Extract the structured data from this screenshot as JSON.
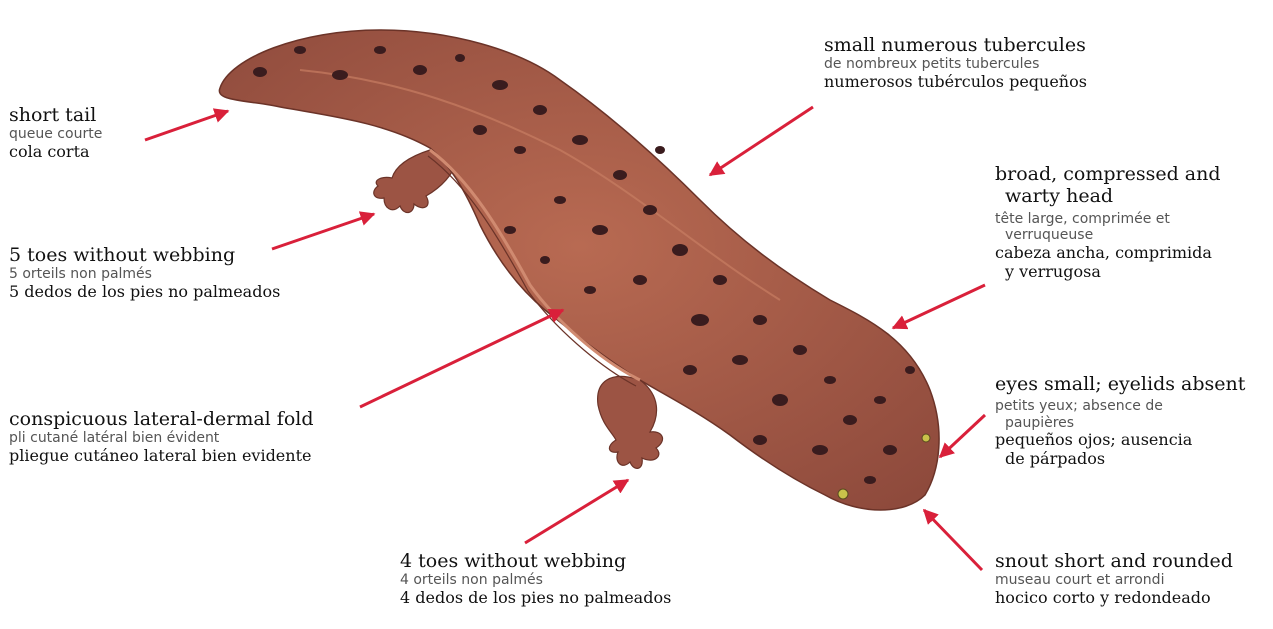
{
  "colors": {
    "arrow": "#d9203a",
    "skin": "#a55a46",
    "spots": "#3a1c1e"
  },
  "labels": {
    "short_tail": {
      "en": "short tail",
      "fr": "queue courte",
      "es": "cola corta"
    },
    "five_toes": {
      "en": "5 toes without webbing",
      "fr": "5 orteils non palmés",
      "es": "5 dedos de los pies no palmeados"
    },
    "lateral_fold": {
      "en": "conspicuous lateral-dermal fold",
      "fr": "pli cutané latéral bien évident",
      "es": "pliegue cutáneo lateral bien evidente"
    },
    "four_toes": {
      "en": "4 toes without webbing",
      "fr": "4 orteils non palmés",
      "es": "4 dedos de los pies no palmeados"
    },
    "tubercules": {
      "en": "small numerous tubercules",
      "fr": "de nombreux petits tubercules",
      "es": "numerosos tubérculos pequeños"
    },
    "head": {
      "en_1": "broad, compressed and",
      "en_2": "warty head",
      "fr_1": "tête large, comprimée et",
      "fr_2": "verruqueuse",
      "es_1": "cabeza ancha, comprimida",
      "es_2": "y verrugosa"
    },
    "eyes": {
      "en": "eyes small; eyelids absent",
      "fr_1": "petits yeux; absence de",
      "fr_2": "paupières",
      "es_1": "pequeños ojos; ausencia",
      "es_2": "de párpados"
    },
    "snout": {
      "en": "snout short and rounded",
      "fr": "museau court et arrondi",
      "es": "hocico corto y redondeado"
    }
  }
}
